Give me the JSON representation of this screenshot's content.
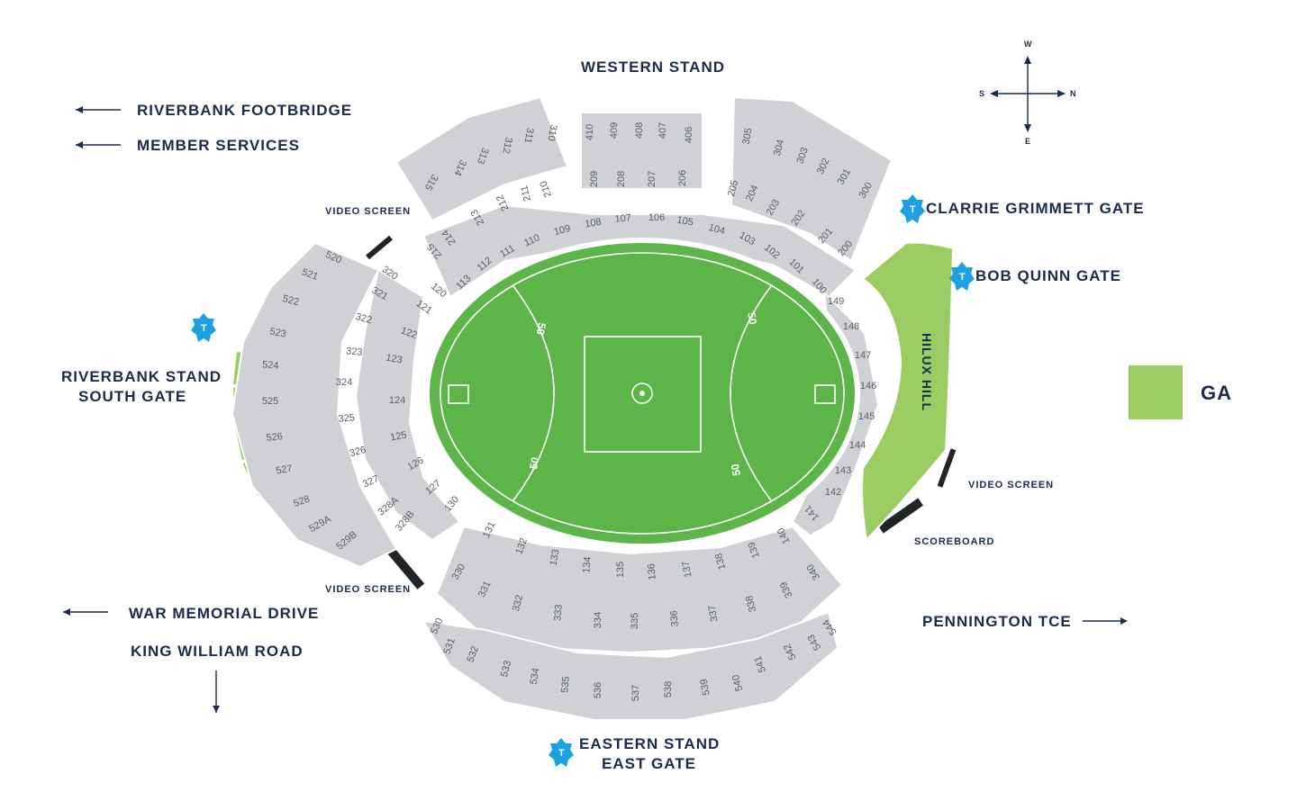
{
  "labels": {
    "western_stand": "WESTERN STAND",
    "riverbank_footbridge": "RIVERBANK FOOTBRIDGE",
    "member_services": "MEMBER SERVICES",
    "riverbank_south_gate_1": "RIVERBANK STAND",
    "riverbank_south_gate_2": "SOUTH GATE",
    "war_memorial_drive": "WAR MEMORIAL DRIVE",
    "king_william_road": "KING WILLIAM ROAD",
    "eastern_gate_1": "EASTERN STAND",
    "eastern_gate_2": "EAST GATE",
    "pennington": "PENNINGTON TCE",
    "clarrie": "CLARRIE GRIMMETT GATE",
    "bob_quinn": "BOB QUINN GATE",
    "hilux_hill": "HILUX HILL",
    "video_screen": "VIDEO SCREEN",
    "scoreboard": "SCOREBOARD",
    "ga": "GA",
    "fifty": "50",
    "gate_icon": "T"
  },
  "compass": {
    "n": "N",
    "s": "S",
    "e": "E",
    "w": "W"
  },
  "colors": {
    "seat": "#cfd1d4",
    "ga": "#9bcb63",
    "field": "#5db54a",
    "text": "#1b2b4a",
    "gate": "#1da1e0"
  },
  "icons": [
    "compass-icon",
    "gate-icon",
    "arrow-icon"
  ],
  "sections": {
    "level_100": [
      "100",
      "101",
      "102",
      "103",
      "104",
      "105",
      "106",
      "107",
      "108",
      "109",
      "110",
      "111",
      "112",
      "113",
      "120",
      "121",
      "122",
      "123",
      "124",
      "125",
      "126",
      "127",
      "130",
      "131",
      "132",
      "133",
      "134",
      "135",
      "136",
      "137",
      "138",
      "139",
      "140",
      "141",
      "142",
      "143",
      "144",
      "145",
      "146",
      "147",
      "148",
      "149"
    ],
    "level_200": [
      "200",
      "201",
      "202",
      "203",
      "204",
      "205",
      "206",
      "207",
      "208",
      "209",
      "210",
      "211",
      "212",
      "213",
      "214",
      "215"
    ],
    "level_300": [
      "300",
      "301",
      "302",
      "303",
      "304",
      "305",
      "310",
      "311",
      "312",
      "313",
      "314",
      "315",
      "320",
      "321",
      "322",
      "323",
      "324",
      "325",
      "326",
      "327",
      "328A",
      "328B",
      "330",
      "331",
      "332",
      "333",
      "334",
      "335",
      "336",
      "337",
      "338",
      "339",
      "340"
    ],
    "level_400": [
      "406",
      "407",
      "408",
      "409",
      "410"
    ],
    "level_500": [
      "520",
      "521",
      "522",
      "523",
      "524",
      "525",
      "526",
      "527",
      "528",
      "529A",
      "529B",
      "530",
      "531",
      "532",
      "533",
      "534",
      "535",
      "536",
      "537",
      "538",
      "539",
      "540",
      "541",
      "542",
      "543",
      "544"
    ]
  }
}
